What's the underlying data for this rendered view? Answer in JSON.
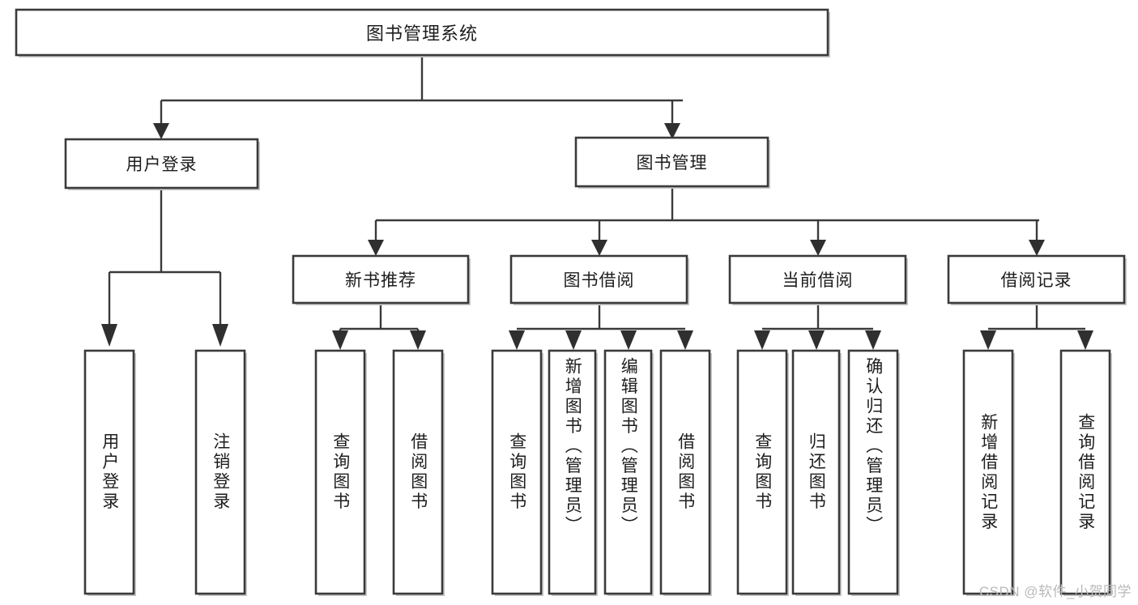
{
  "diagram": {
    "type": "tree-hierarchy",
    "title": "图书管理系统",
    "root": {
      "id": "root",
      "label": "图书管理系统",
      "orientation": "horizontal"
    },
    "level2": [
      {
        "id": "user-login",
        "label": "用户登录",
        "orientation": "horizontal"
      },
      {
        "id": "book-management",
        "label": "图书管理",
        "orientation": "horizontal"
      }
    ],
    "level3": [
      {
        "id": "new-book-recommend",
        "label": "新书推荐",
        "parent": "book-management",
        "orientation": "horizontal"
      },
      {
        "id": "book-borrow",
        "label": "图书借阅",
        "parent": "book-management",
        "orientation": "horizontal"
      },
      {
        "id": "current-borrow",
        "label": "当前借阅",
        "parent": "book-management",
        "orientation": "horizontal"
      },
      {
        "id": "borrow-record",
        "label": "借阅记录",
        "parent": "book-management",
        "orientation": "horizontal"
      }
    ],
    "leaves": [
      {
        "id": "leaf-user-login",
        "label": "用户登录",
        "parent": "user-login",
        "orientation": "vertical"
      },
      {
        "id": "leaf-logout-login",
        "label": "注销登录",
        "parent": "user-login",
        "orientation": "vertical"
      },
      {
        "id": "leaf-query-book-1",
        "label": "查询图书",
        "parent": "new-book-recommend",
        "orientation": "vertical"
      },
      {
        "id": "leaf-borrow-book-1",
        "label": "借阅图书",
        "parent": "new-book-recommend",
        "orientation": "vertical"
      },
      {
        "id": "leaf-query-book-2",
        "label": "查询图书",
        "parent": "book-borrow",
        "orientation": "vertical"
      },
      {
        "id": "leaf-add-book",
        "label": "新增图书（管理员）",
        "parent": "book-borrow",
        "orientation": "vertical"
      },
      {
        "id": "leaf-edit-book",
        "label": "编辑图书（管理员）",
        "parent": "book-borrow",
        "orientation": "vertical"
      },
      {
        "id": "leaf-borrow-book-2",
        "label": "借阅图书",
        "parent": "book-borrow",
        "orientation": "vertical"
      },
      {
        "id": "leaf-query-book-3",
        "label": "查询图书",
        "parent": "current-borrow",
        "orientation": "vertical"
      },
      {
        "id": "leaf-return-book",
        "label": "归还图书",
        "parent": "current-borrow",
        "orientation": "vertical"
      },
      {
        "id": "leaf-confirm-return",
        "label": "确认归还（管理员）",
        "parent": "current-borrow",
        "orientation": "vertical"
      },
      {
        "id": "leaf-add-record",
        "label": "新增借阅记录",
        "parent": "borrow-record",
        "orientation": "vertical"
      },
      {
        "id": "leaf-query-record",
        "label": "查询借阅记录",
        "parent": "borrow-record",
        "orientation": "vertical"
      }
    ],
    "watermark": "CSDN @软件_小贺同学",
    "colors": {
      "background": "#ffffff",
      "stroke": "#3a3a3a",
      "text": "#1d1d1f",
      "watermark": "#b9b9b9"
    }
  }
}
